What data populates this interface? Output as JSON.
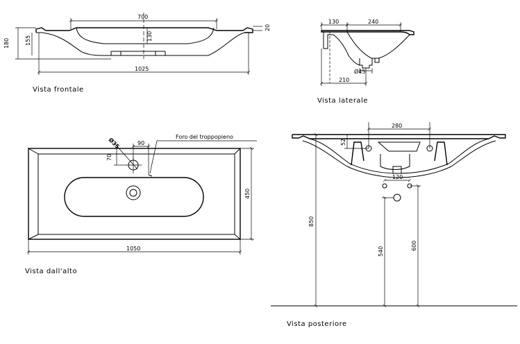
{
  "views": {
    "front": {
      "caption": "Vista frontale",
      "dim_width_total": "1025",
      "dim_basin_width": "700",
      "dim_height_total": "180",
      "dim_height_inner": "155",
      "dim_depth": "130",
      "dim_rim": "20"
    },
    "side": {
      "caption": "Vista laterale",
      "dim_top_left": "130",
      "dim_top_basin": "240",
      "dim_bottom": "210",
      "dim_drain_dia": "Ø45"
    },
    "top": {
      "caption": "Vista dall'alto",
      "overflow_label": "Foro del troppopieno",
      "dim_tap_hole": "Ø35",
      "dim_offset_x": "90",
      "dim_offset_y": "70",
      "dim_width": "1050",
      "dim_depth": "450"
    },
    "rear": {
      "caption": "Vista posteriore",
      "dim_bracket_spacing": "280",
      "dim_bracket_height": "52",
      "dim_hole_spacing": "120",
      "dim_total_height": "850",
      "dim_drain_height": "540",
      "dim_hole_height": "600"
    }
  }
}
